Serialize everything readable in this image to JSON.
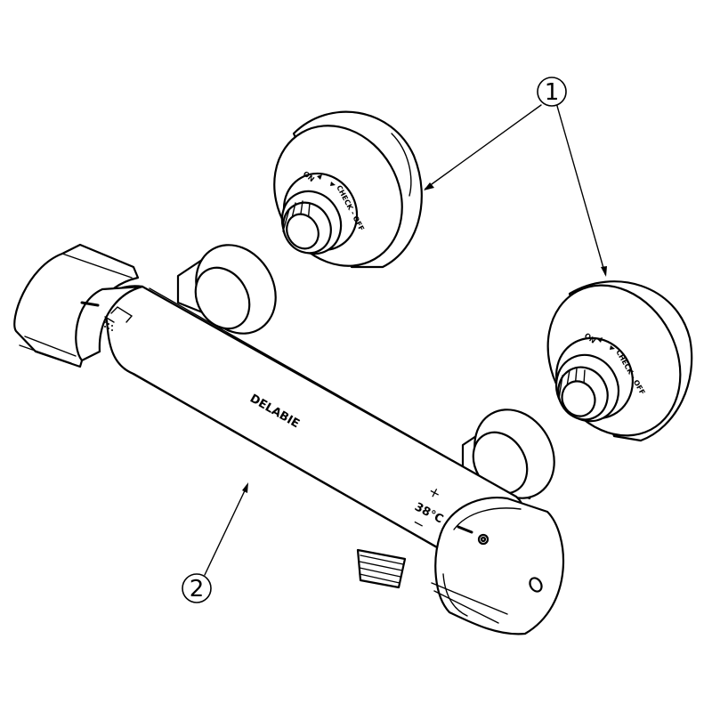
{
  "brand": "DELABIE",
  "temperature": "38°C",
  "temp_plus": "+",
  "temp_minus": "−",
  "valve_marking_on": "ON",
  "valve_marking_check": "CHECK - OFF",
  "callouts": [
    {
      "number": "1"
    },
    {
      "number": "2"
    }
  ],
  "colors": {
    "line": "#000000",
    "background": "#ffffff"
  }
}
